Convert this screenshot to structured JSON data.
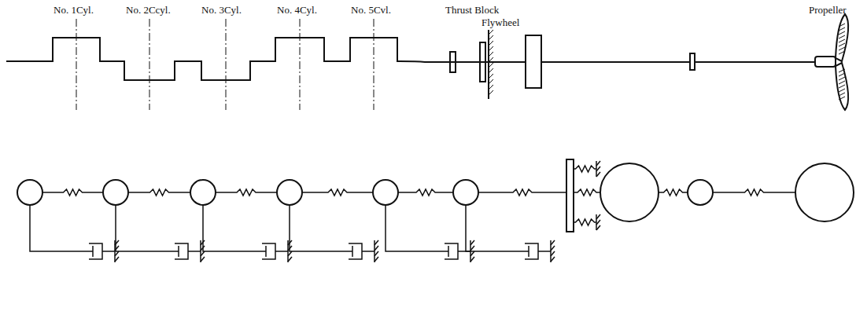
{
  "diagram": {
    "labels": [
      "No. 1Cyl.",
      "No. 2Ccyl.",
      "No. 3Cyl.",
      "No. 4Cyl.",
      "No. 5Cvl.",
      "Thrust Block",
      "Flywheel",
      "Propeller"
    ]
  }
}
